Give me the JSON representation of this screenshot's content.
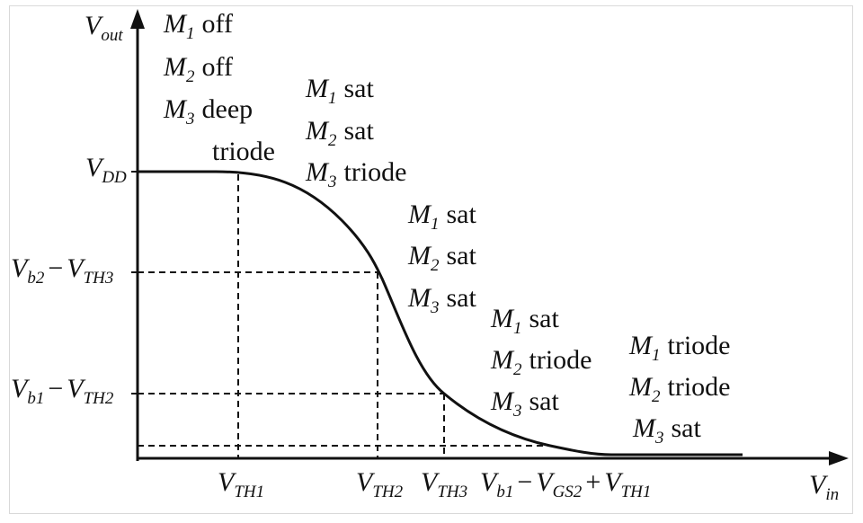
{
  "axes": {
    "y_label": {
      "sym": "V",
      "sub": "out"
    },
    "x_label": {
      "sym": "V",
      "sub": "in"
    }
  },
  "y_ticks": {
    "vdd": {
      "sym": "V",
      "sub": "DD"
    },
    "vb2": {
      "sym1": "V",
      "sub1": "b2",
      "op": "−",
      "sym2": "V",
      "sub2": "TH3"
    },
    "vb1": {
      "sym1": "V",
      "sub1": "b1",
      "op": "−",
      "sym2": "V",
      "sub2": "TH2"
    }
  },
  "x_ticks": {
    "vth1": {
      "sym": "V",
      "sub": "TH1"
    },
    "vth2": {
      "sym": "V",
      "sub": "TH2"
    },
    "vth3": {
      "sym": "V",
      "sub": "TH3"
    },
    "last": {
      "sym1": "V",
      "sub1": "b1",
      "op1": "−",
      "sym2": "V",
      "sub2": "GS2",
      "op2": "+",
      "sym3": "V",
      "sub3": "TH1"
    }
  },
  "regions": [
    {
      "states": [
        {
          "sym": "M",
          "sub": "1",
          "state": "off"
        },
        {
          "sym": "M",
          "sub": "2",
          "state": "off"
        },
        {
          "sym": "M",
          "sub": "3",
          "state": "deep"
        }
      ],
      "extra": "triode"
    },
    {
      "states": [
        {
          "sym": "M",
          "sub": "1",
          "state": "sat"
        },
        {
          "sym": "M",
          "sub": "2",
          "state": "sat"
        },
        {
          "sym": "M",
          "sub": "3",
          "state": "triode"
        }
      ]
    },
    {
      "states": [
        {
          "sym": "M",
          "sub": "1",
          "state": "sat"
        },
        {
          "sym": "M",
          "sub": "2",
          "state": "sat"
        },
        {
          "sym": "M",
          "sub": "3",
          "state": "sat"
        }
      ]
    },
    {
      "states": [
        {
          "sym": "M",
          "sub": "1",
          "state": "sat"
        },
        {
          "sym": "M",
          "sub": "2",
          "state": "triode"
        },
        {
          "sym": "M",
          "sub": "3",
          "state": "sat"
        }
      ]
    },
    {
      "states": [
        {
          "sym": "M",
          "sub": "1",
          "state": "triode"
        },
        {
          "sym": "M",
          "sub": "2",
          "state": "triode"
        },
        {
          "sym": "M",
          "sub": "3",
          "state": "sat"
        }
      ]
    }
  ]
}
